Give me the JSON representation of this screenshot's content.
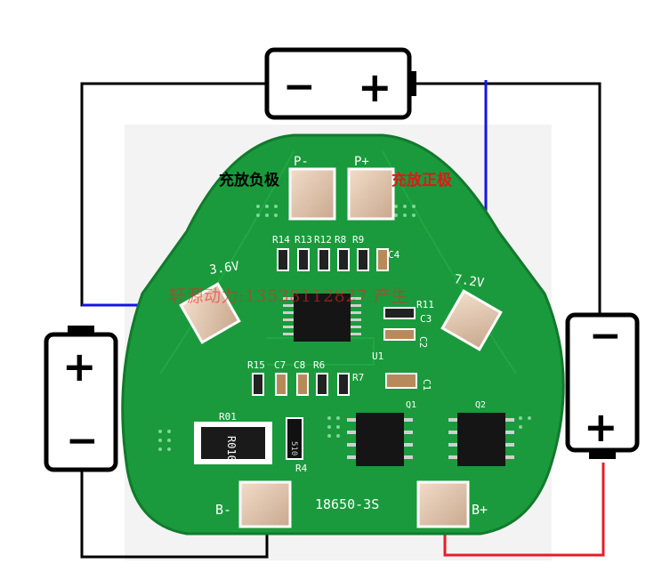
{
  "pads": {
    "p_minus": "P-",
    "p_plus": "P+",
    "b_minus": "B-",
    "b_plus": "B+",
    "v36": "3.6V",
    "v72": "7.2V"
  },
  "labels": {
    "discharge_negative": "充放负极",
    "discharge_positive": "充放正极",
    "watermark": "轩源动力:13538112827 产生"
  },
  "silkscreen": {
    "board_name": "18650-3S",
    "r14": "R14",
    "r13": "R13",
    "r12": "R12",
    "r8": "R8",
    "r9": "R9",
    "c4": "C4",
    "r11": "R11",
    "c3": "C3",
    "c2": "C2",
    "u1": "U1",
    "r15": "R15",
    "c7": "C7",
    "c8": "C8",
    "r6": "R6",
    "r7": "R7",
    "c1": "C1",
    "r01": "R01",
    "r4": "R4",
    "q1": "Q1",
    "q2": "Q2",
    "r010": "R010",
    "r51": "510"
  },
  "batteries": {
    "top_minus": "−",
    "top_plus": "+",
    "left_plus": "+",
    "left_minus": "−",
    "right_minus": "−",
    "right_plus": "+"
  },
  "colors": {
    "pcb": "#1a9a3c",
    "wire_black": "#000000",
    "wire_blue": "#1414e6",
    "wire_red": "#e61e28",
    "label_red": "#e01818"
  }
}
